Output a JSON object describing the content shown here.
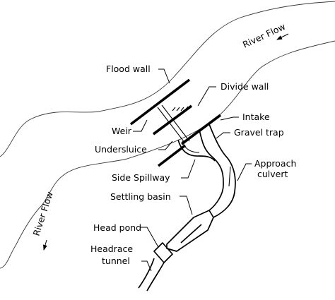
{
  "labels": {
    "river_flow_top": "River Flow",
    "river_flow_bottom": "River Flow",
    "flood_wall": "Flood wall",
    "divide_wall": "Divide wall",
    "intake": "Intake",
    "gravel_trap": "Gravel trap",
    "weir": "Weir",
    "undersluice": "Undersluice",
    "approach_culvert_line1": "Approach",
    "approach_culvert_line2": "culvert",
    "side_spillway": "Side Spillway",
    "settling_basin": "Settling basin",
    "head_pond": "Head pond",
    "headrace_line1": "Headrace",
    "headrace_line2": "tunnel"
  },
  "colors": {
    "ink": "#000000",
    "bank": "#3a3a3a",
    "background": "#ffffff"
  },
  "icons": {
    "flow_arrow": "arrow-icon"
  }
}
